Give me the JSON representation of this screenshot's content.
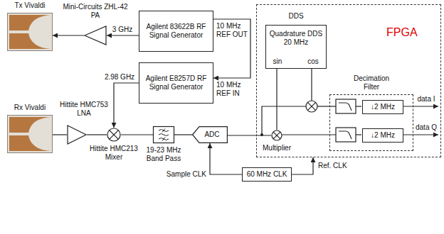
{
  "diagram": {
    "nodes": [
      {
        "text": [
          "Tx Vivaldi"
        ]
      },
      {
        "text": [
          "Mini-Circuits ZHL-42 PA"
        ]
      },
      {
        "text": [
          "Agilent 83622B RF Signal Generator"
        ]
      },
      {
        "text": [
          "Agilent E8257D RF Signal Generator"
        ]
      },
      {
        "text": [
          "Rx Vivaldi"
        ]
      },
      {
        "text": [
          "Hittite HMC753 LNA"
        ]
      },
      {
        "text": [
          "Hittite HMC213 Mixer"
        ]
      },
      {
        "text": [
          "19-23 MHz Band Pass"
        ]
      },
      {
        "text": [
          "ADC"
        ]
      },
      {
        "text": [
          "FPGA"
        ]
      },
      {
        "text": [
          "DDS",
          "Quadrature DDS 20 MHz",
          "sin",
          "cos"
        ],
        "in": 9
      },
      {
        "text": [
          "Multiplier"
        ],
        "in": 9
      },
      {
        "text": [
          "Decimation Filter"
        ],
        "in": 9
      },
      {
        "text": [
          "↓2 MHz"
        ],
        "in": 12
      },
      {
        "text": [
          "↓2 MHz"
        ],
        "in": 12
      },
      {
        "text": [
          "60 MHz CLK"
        ]
      }
    ],
    "edges": [
      {
        "from": 1,
        "to": 0,
        "arrow": "to"
      },
      {
        "from": 2,
        "to": 1,
        "label": "3 GHz",
        "arrow": "to"
      },
      {
        "from": 2,
        "to": 3,
        "arrow": "to"
      },
      {
        "from": 3,
        "to": 6,
        "label": "2.98 GHz",
        "arrow": "to"
      },
      {
        "from": 4,
        "to": 5,
        "arrow": "none"
      },
      {
        "from": 5,
        "to": 6,
        "arrow": "none"
      },
      {
        "from": 6,
        "to": 7,
        "arrow": "none"
      },
      {
        "from": 7,
        "to": 8,
        "arrow": "none"
      },
      {
        "from": 8,
        "to": 11,
        "arrow": "none"
      },
      {
        "from": 10,
        "to": 11,
        "arrow": "none"
      },
      {
        "from": 15,
        "to": 8,
        "label": "Sample CLK",
        "arrow": "to"
      },
      {
        "from": 15,
        "to": 9,
        "label": "Ref. CLK",
        "arrow": "to"
      }
    ],
    "labels": [
      "10 MHz REF OUT",
      "10 MHz REF IN",
      "data I",
      "data Q"
    ]
  }
}
